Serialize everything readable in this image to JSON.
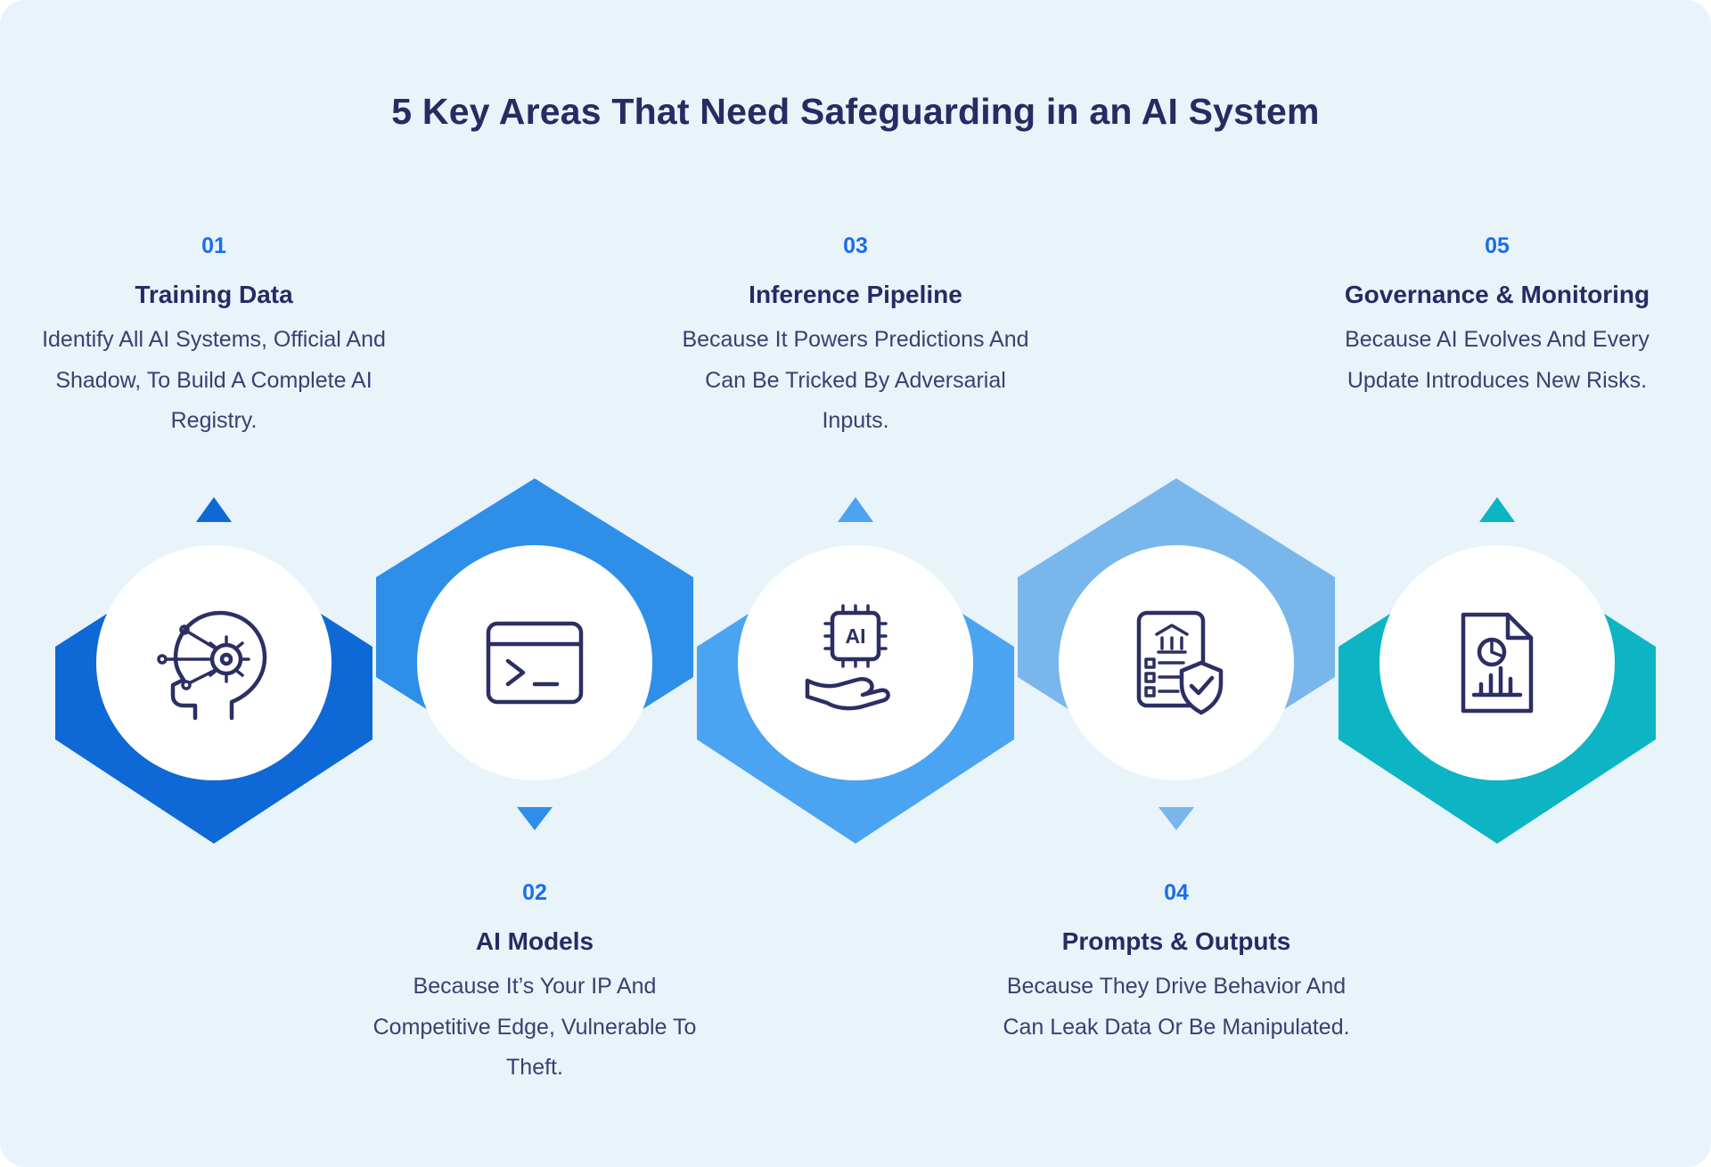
{
  "title": "5 Key Areas That Need Safeguarding in an AI System",
  "colors": {
    "bg": "#e9f3fa",
    "navy": "#262b63",
    "desc": "#3a4070",
    "accent": "#1a6ee8",
    "icon": "#2b2f63",
    "circle": "#ffffff"
  },
  "items": [
    {
      "number": "01",
      "title": "Training Data",
      "description": "Identify All AI Systems, Official And Shadow, To Build A Complete AI Registry.",
      "color": "#0e68d6",
      "icon": "ai-head-icon",
      "text_position": "top"
    },
    {
      "number": "02",
      "title": "AI Models",
      "description": "Because It’s Your IP And Competitive Edge, Vulnerable To Theft.",
      "color": "#2e8fe9",
      "icon": "terminal-icon",
      "text_position": "bottom"
    },
    {
      "number": "03",
      "title": "Inference Pipeline",
      "description": "Because It Powers Predictions And Can Be Tricked By Adversarial Inputs.",
      "color": "#4aa4f2",
      "icon": "chip-hand-icon",
      "icon_label": "AI",
      "text_position": "top"
    },
    {
      "number": "04",
      "title": "Prompts & Outputs",
      "description": "Because They Drive Behavior And Can Leak Data Or Be Manipulated.",
      "color": "#79b6ec",
      "icon": "checklist-shield-icon",
      "text_position": "bottom"
    },
    {
      "number": "05",
      "title": "Governance & Monitoring",
      "description": "Because AI Evolves And Every Update Introduces New Risks.",
      "color": "#0cb4c4",
      "icon": "report-icon",
      "text_position": "top"
    }
  ]
}
